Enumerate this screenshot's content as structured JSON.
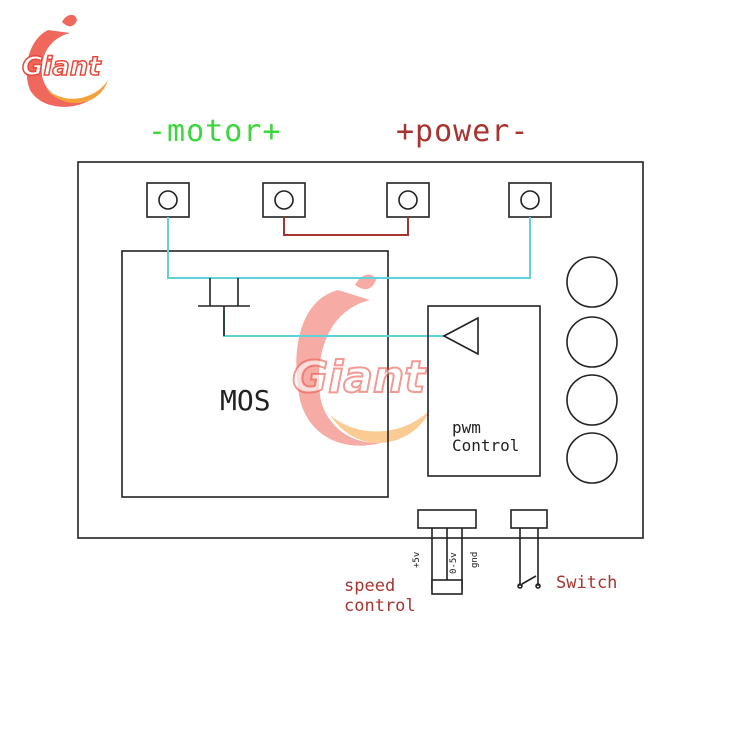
{
  "brand": {
    "logo_text": "Giant",
    "colors": {
      "logo_red": "#e8473a",
      "logo_orange": "#f6a23c"
    }
  },
  "labels": {
    "motor": "-motor+",
    "power": "+power-",
    "mos": "MOS",
    "pwm_line1": "pwm",
    "pwm_line2": "Control",
    "speed_line1": "speed",
    "speed_line2": "control",
    "switch": "Switch",
    "pin_5v": "+5v",
    "pin_05v": "0-5v",
    "pin_gnd": "gnd"
  },
  "colors": {
    "motor_label": "#3bd63b",
    "power_label": "#a8342f",
    "signal_wire": "#5fd3d8",
    "power_wire": "#a8342f",
    "outline": "#222222"
  }
}
